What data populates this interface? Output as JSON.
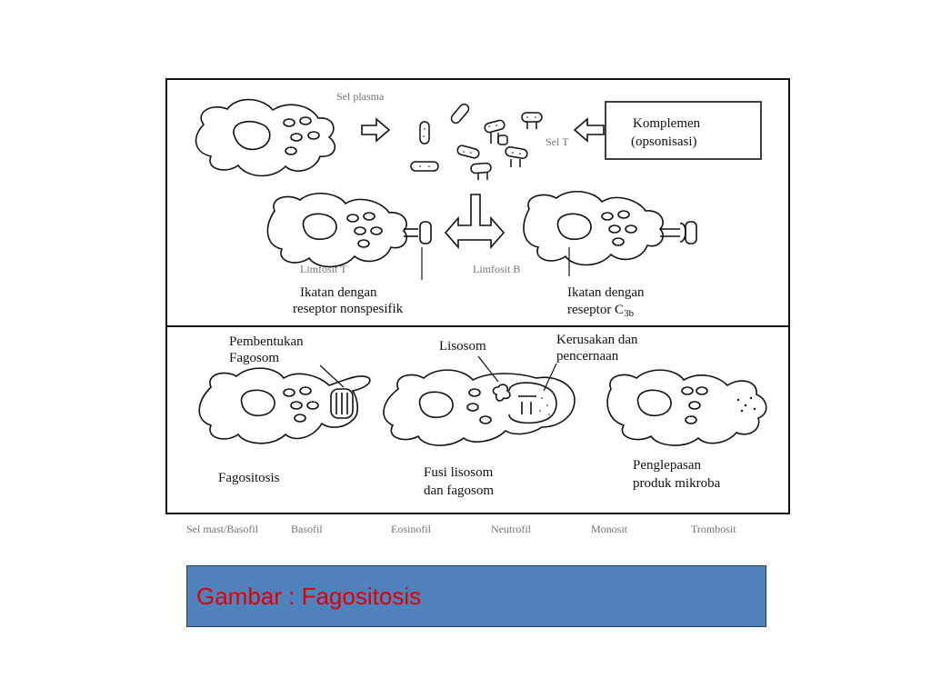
{
  "labels": {
    "komplemen": [
      "Komplemen",
      "(opsonisasi)"
    ],
    "ikatan_nonspesifik": [
      "Ikatan dengan",
      "reseptor nonspesifik"
    ],
    "ikatan_c3b": [
      "Ikatan dengan",
      "reseptor C",
      "3b"
    ],
    "pembentukan_fagosom": [
      "Pembentukan",
      "Fagosom"
    ],
    "lisosom": "Lisosom",
    "kerusakan": [
      "Kerusakan dan",
      "pencernaan"
    ],
    "fagositosis": "Fagositosis",
    "fusi": [
      "Fusi lisosom",
      "dan fagosom"
    ],
    "penglepasan": [
      "Penglepasan",
      "produk mikroba"
    ]
  },
  "faint_background_text": {
    "top": [
      "Sel plasma",
      "Sel T",
      "Limfosit T",
      "Limfosit B"
    ],
    "bottom": [
      "Sel mast/Basofil",
      "Basofil",
      "Eosinofil",
      "Neutrofil",
      "Monosit",
      "Trombosit"
    ]
  },
  "caption": "Gambar : Fagositosis"
}
